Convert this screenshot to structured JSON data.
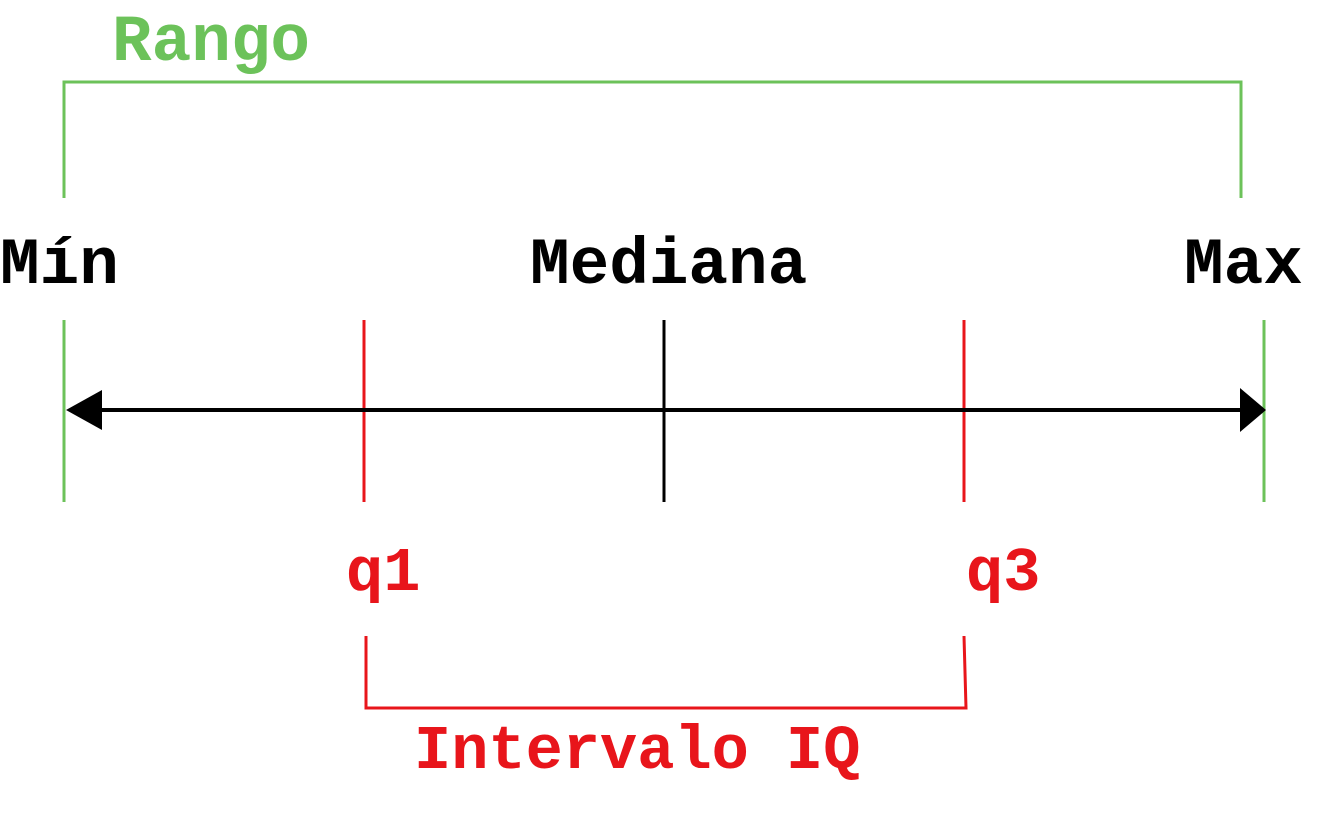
{
  "labels": {
    "range": "Rango",
    "min": "Mín",
    "median": "Mediana",
    "max": "Max",
    "q1": "q1",
    "q3": "q3",
    "iqr": "Intervalo IQ"
  },
  "colors": {
    "range": "#6cc25a",
    "quartile": "#e8151b",
    "axis": "#000000",
    "text": "#000000"
  }
}
